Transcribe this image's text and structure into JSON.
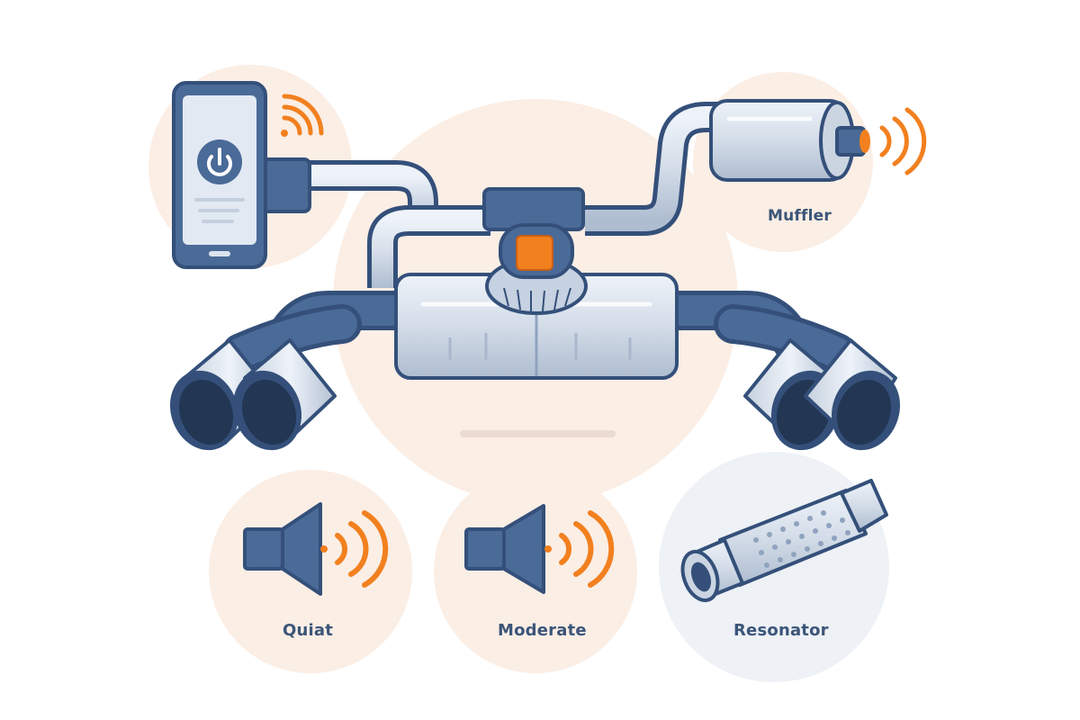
{
  "labels": {
    "muffler": "Muffler",
    "quiet": "Quiat",
    "moderate": "Moderate",
    "resonator": "Resonator"
  },
  "icons": {
    "phone": "smartphone-power-icon",
    "muffler": "muffler-icon",
    "valve": "valve-actuator-icon",
    "quiet": "speaker-quiet-icon",
    "moderate": "speaker-moderate-icon",
    "resonator": "resonator-icon"
  },
  "colors": {
    "outline": "#34507a",
    "metal": "#dbe3ee",
    "accent_orange": "#f2801f",
    "peach_bg": "#fbeee5",
    "gray_bg": "#eef1f5"
  }
}
